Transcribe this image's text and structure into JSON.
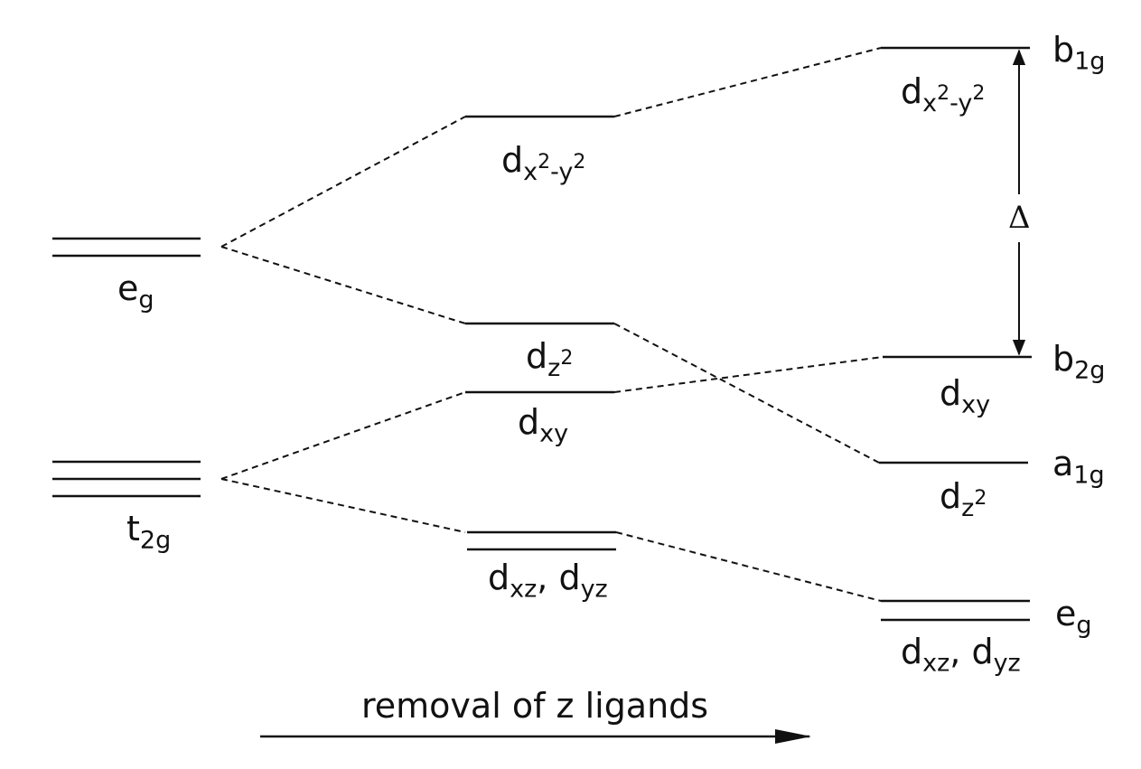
{
  "diagram": {
    "levels": {
      "octahedral_eg": {
        "label": "e",
        "sub": "g"
      },
      "octahedral_t2g": {
        "label": "t",
        "sub": "2g"
      },
      "mid_dx2y2": {
        "label": "d",
        "sub": "x",
        "sup1": "2",
        "sub2": "-y",
        "sup2": "2"
      },
      "mid_dz2": {
        "label": "d",
        "sub": "z",
        "sup": "2"
      },
      "mid_dxy": {
        "label": "d",
        "sub": "xy"
      },
      "mid_dxz_dyz": {
        "label_a": "d",
        "sub_a": "xz",
        "sep": ", ",
        "label_b": "d",
        "sub_b": "yz"
      },
      "sq_b1g": {
        "symmetry": "b",
        "symmetry_sub": "1g",
        "label": "d",
        "sub": "x",
        "sup1": "2",
        "sub2": "-y",
        "sup2": "2"
      },
      "sq_b2g": {
        "symmetry": "b",
        "symmetry_sub": "2g",
        "label": "d",
        "sub": "xy"
      },
      "sq_a1g": {
        "symmetry": "a",
        "symmetry_sub": "1g",
        "label": "d",
        "sub": "z",
        "sup": "2"
      },
      "sq_eg": {
        "symmetry": "e",
        "symmetry_sub": "g",
        "label_a": "d",
        "sub_a": "xz",
        "sep": ", ",
        "label_b": "d",
        "sub_b": "yz"
      }
    },
    "splitting_label": "Δ",
    "arrow_caption": "removal of z ligands"
  }
}
